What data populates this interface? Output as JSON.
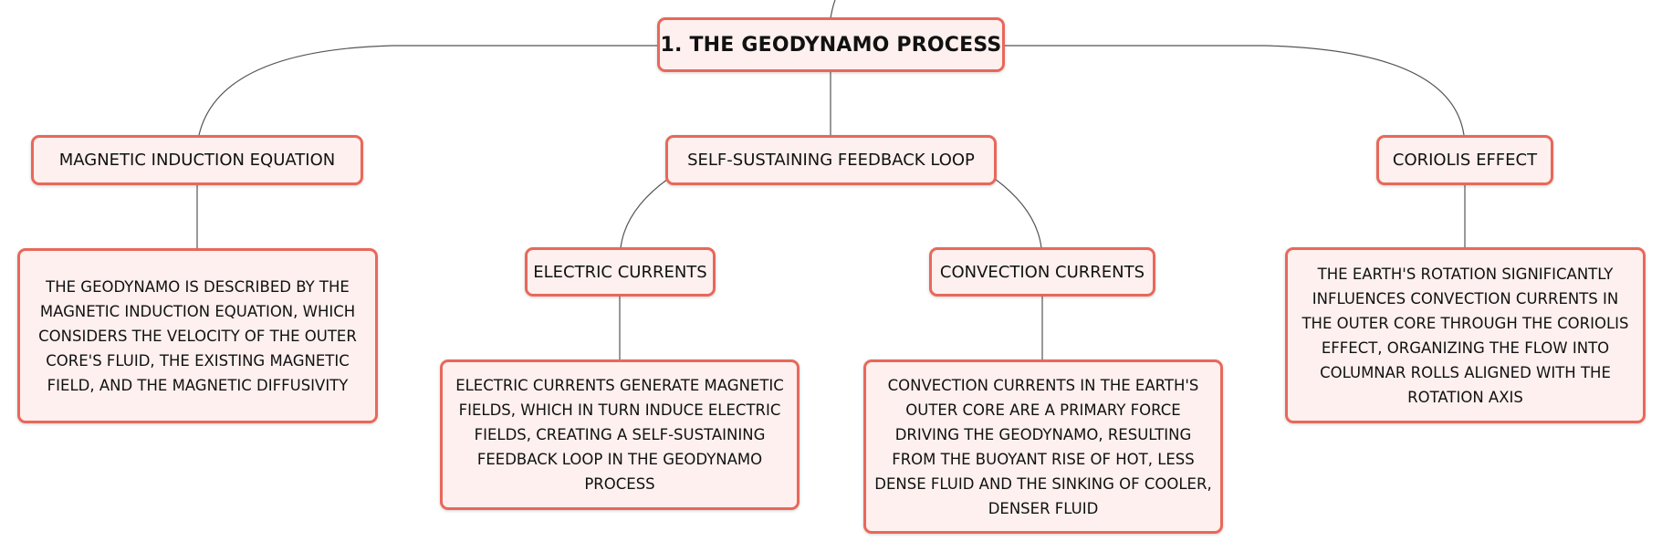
{
  "root": {
    "title": "1. THE GEODYNAMO PROCESS"
  },
  "branches": [
    {
      "label": "MAGNETIC INDUCTION EQUATION",
      "detail": "THE GEODYNAMO IS DESCRIBED BY THE MAGNETIC INDUCTION EQUATION, WHICH CONSIDERS THE VELOCITY OF THE OUTER CORE'S FLUID, THE EXISTING MAGNETIC FIELD, AND THE MAGNETIC DIFFUSIVITY"
    },
    {
      "label": "SELF-SUSTAINING FEEDBACK LOOP",
      "children": [
        {
          "label": "ELECTRIC CURRENTS",
          "detail": "ELECTRIC CURRENTS GENERATE MAGNETIC FIELDS, WHICH IN TURN INDUCE ELECTRIC FIELDS, CREATING A SELF-SUSTAINING FEEDBACK LOOP IN THE GEODYNAMO PROCESS"
        },
        {
          "label": "CONVECTION CURRENTS",
          "detail": "CONVECTION CURRENTS IN THE EARTH'S OUTER CORE ARE A PRIMARY FORCE DRIVING THE GEODYNAMO, RESULTING FROM THE BUOYANT RISE OF HOT, LESS DENSE FLUID AND THE SINKING OF COOLER, DENSER FLUID"
        }
      ]
    },
    {
      "label": "CORIOLIS EFFECT",
      "detail": "THE EARTH'S ROTATION SIGNIFICANTLY INFLUENCES CONVECTION CURRENTS IN THE OUTER CORE THROUGH THE CORIOLIS EFFECT, ORGANIZING THE FLOW INTO COLUMNAR ROLLS ALIGNED WITH THE ROTATION AXIS"
    }
  ],
  "colors": {
    "node_border": "#e8685a",
    "node_fill": "#fdf0ee",
    "connector": "#555555"
  }
}
